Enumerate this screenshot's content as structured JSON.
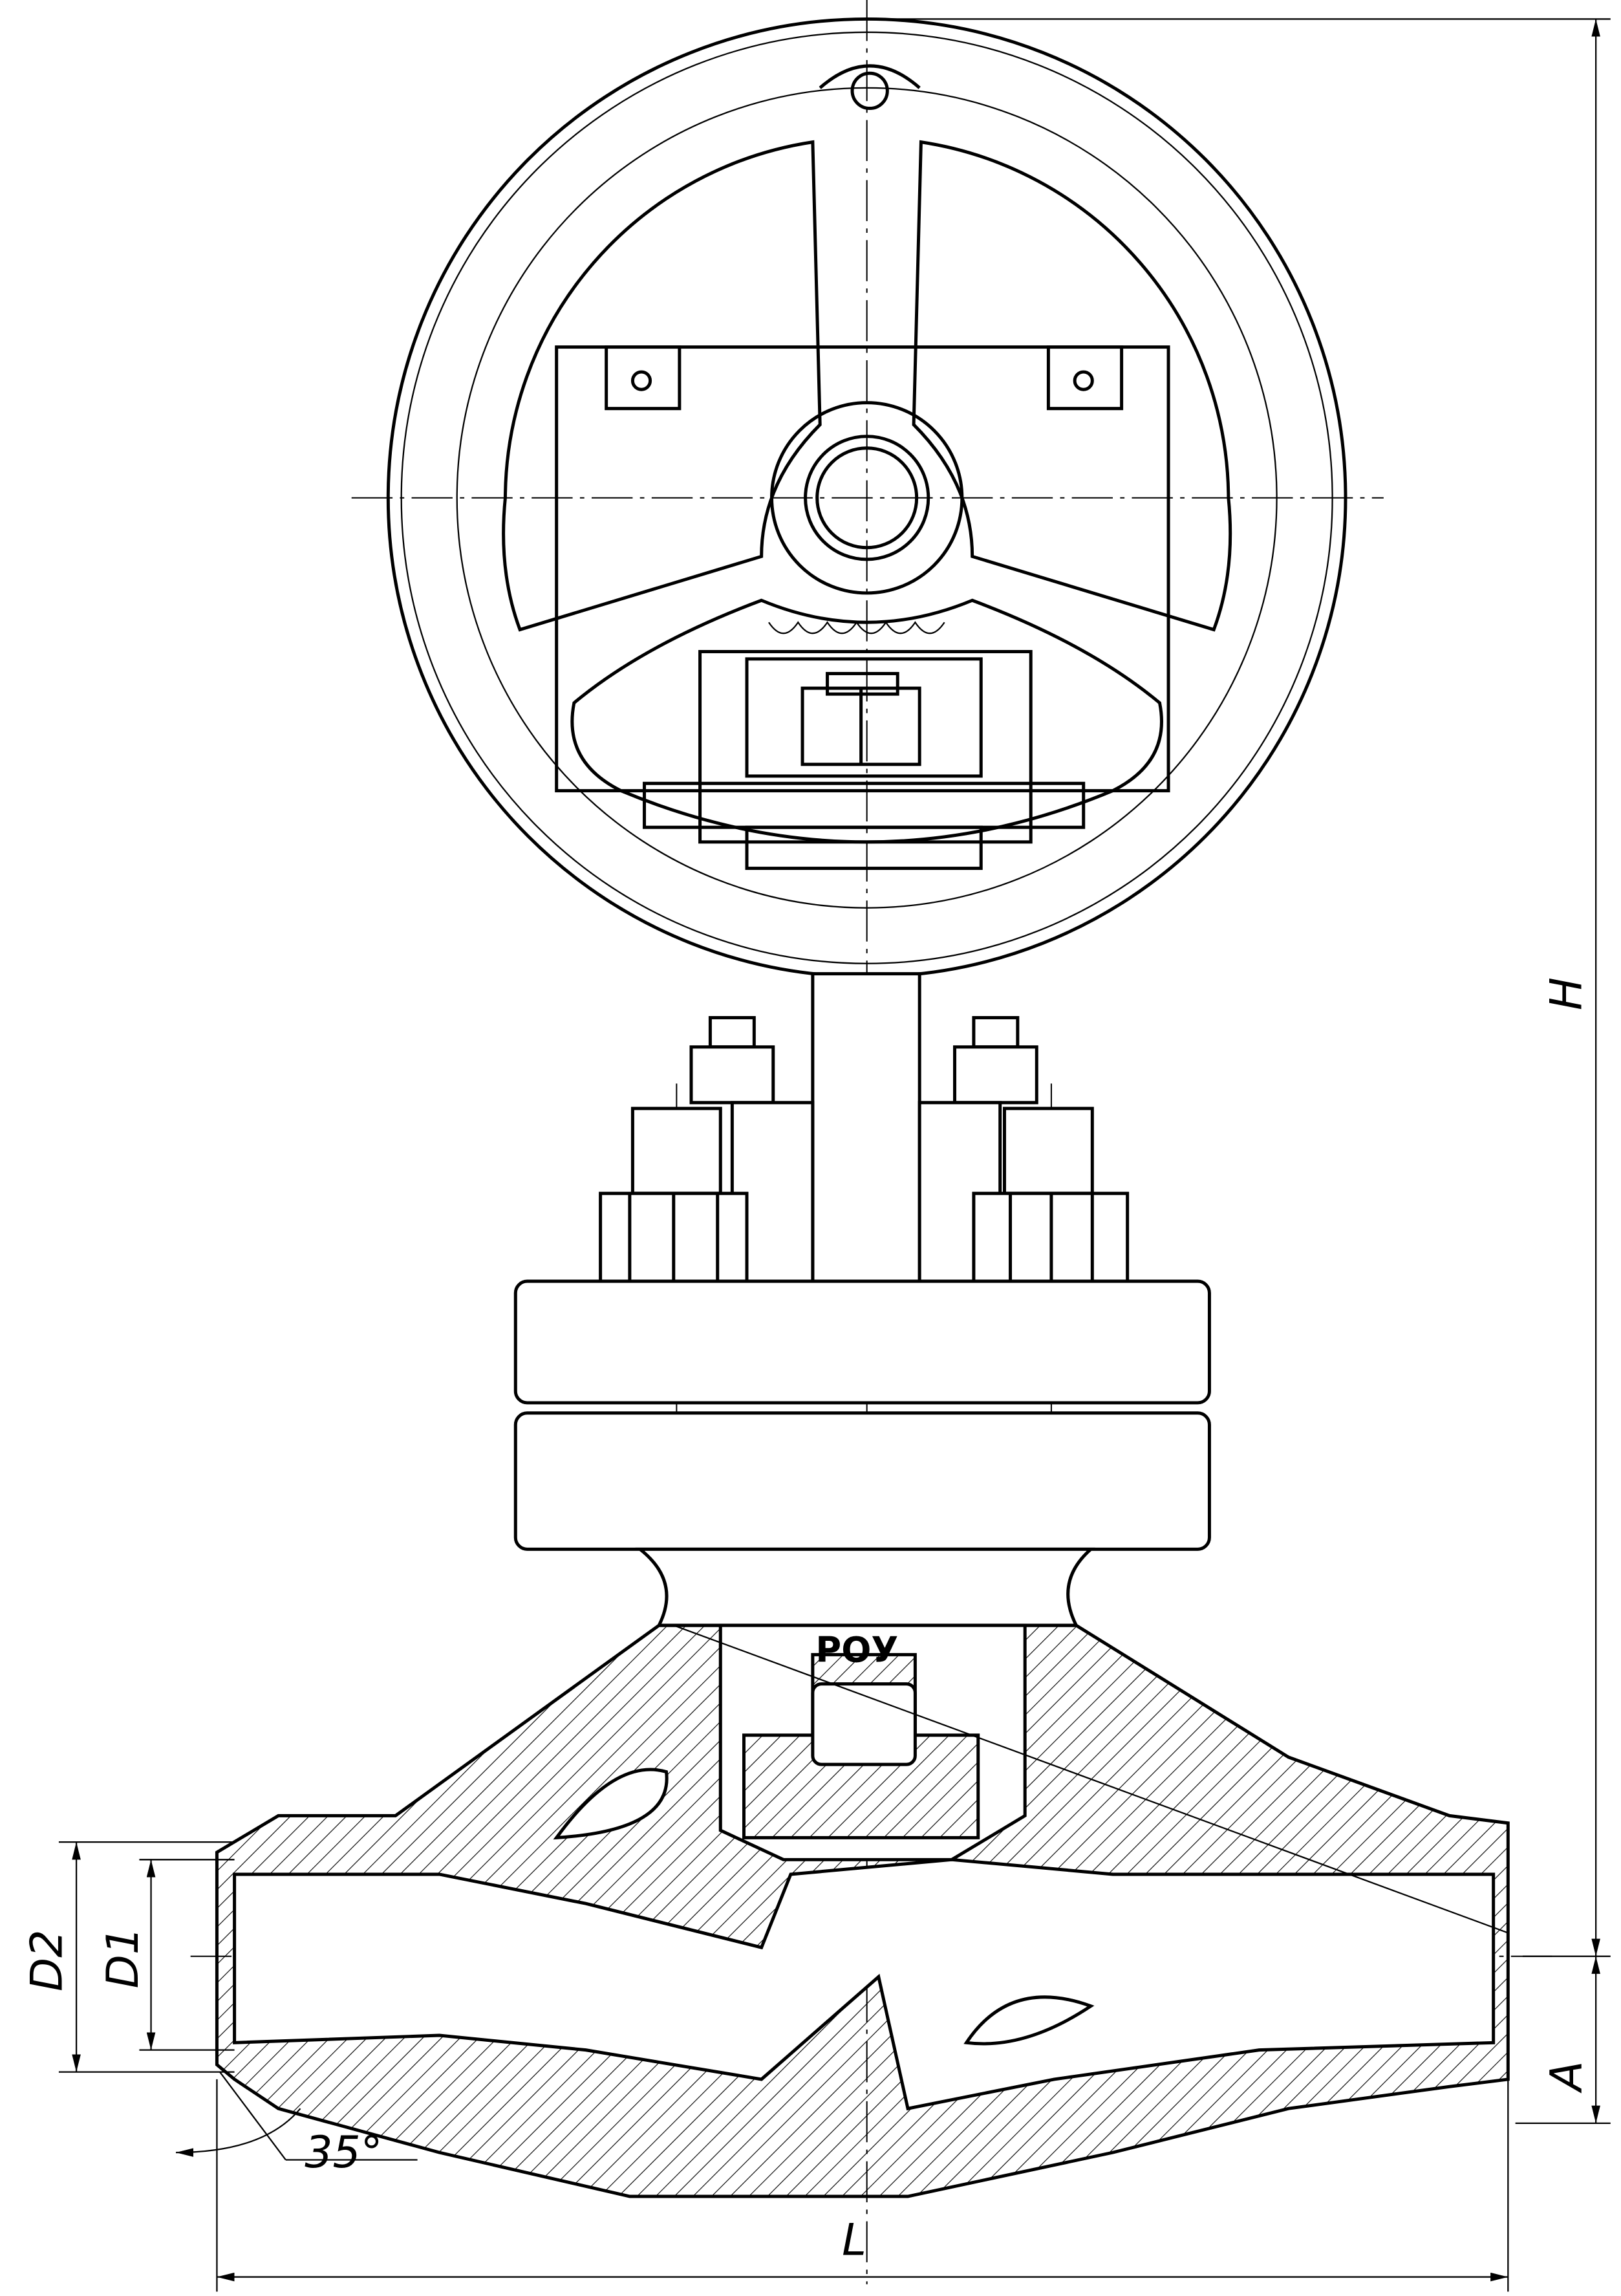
{
  "drawing": {
    "title": "Globe valve with handwheel – general arrangement",
    "marking": "РОУ",
    "dimensions": {
      "height": "H",
      "axis_height": "A",
      "length": "L",
      "outer_diameter": "D2",
      "inner_diameter": "D1",
      "bevel_angle": "35°"
    }
  }
}
